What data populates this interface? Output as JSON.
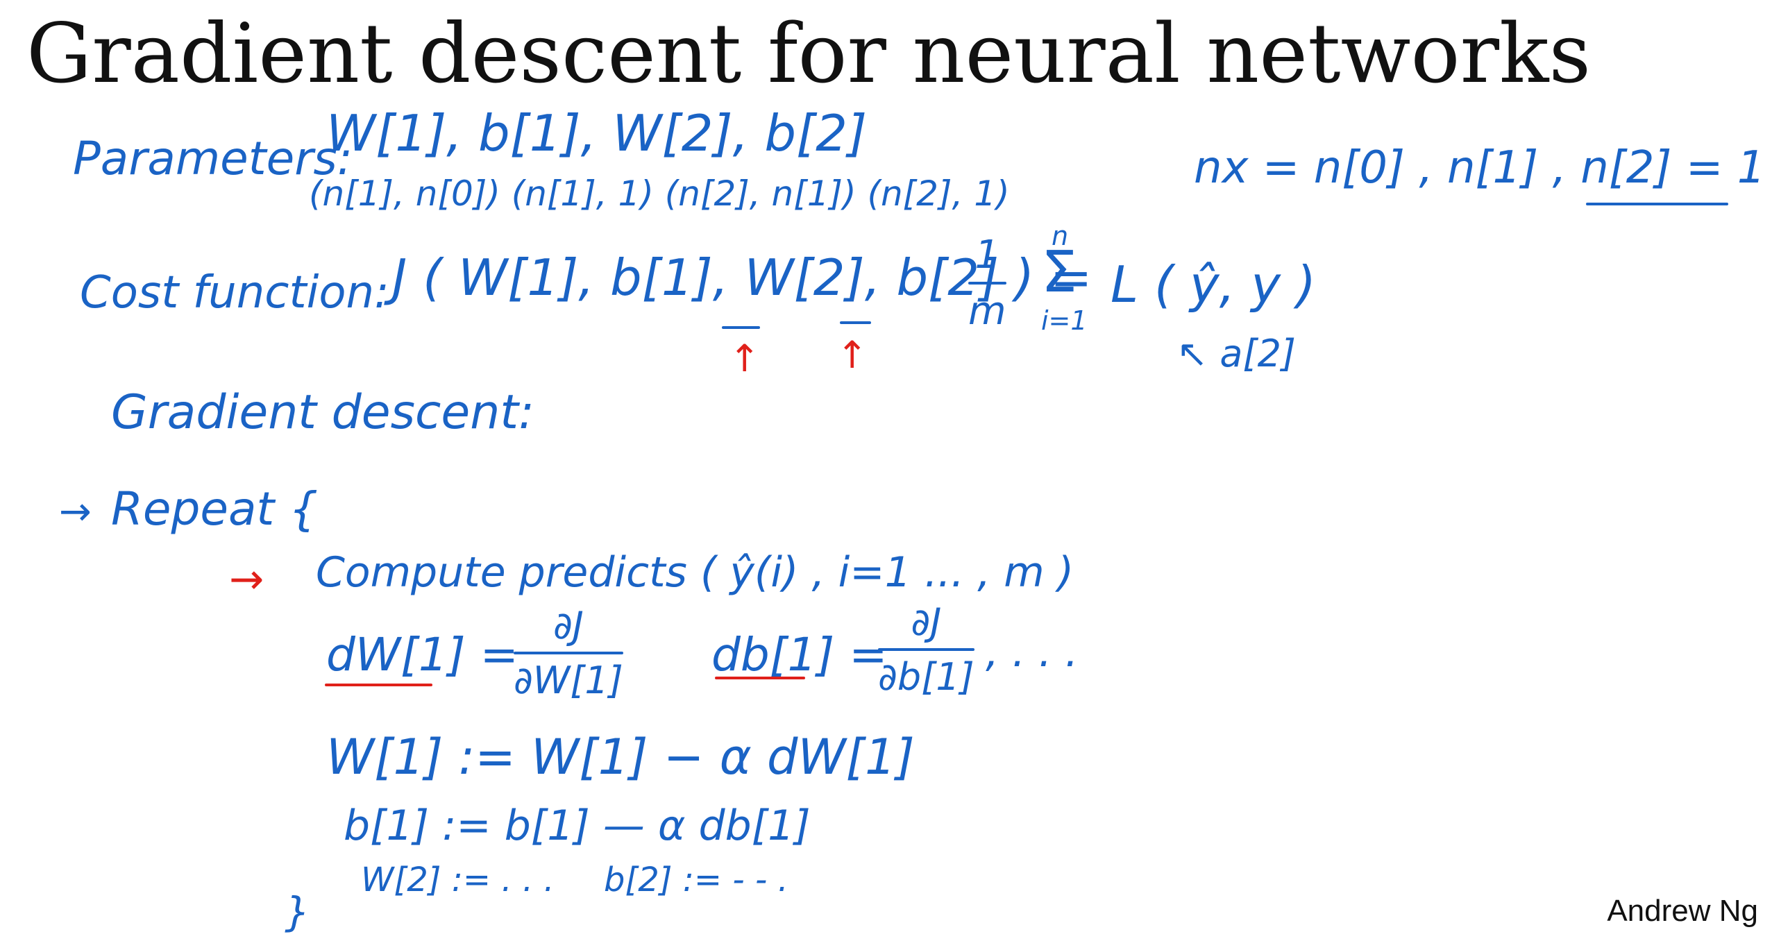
{
  "title": "Gradient descent for neural networks",
  "author": "Andrew Ng",
  "parameters": {
    "label": "Parameters:",
    "list": "W[1], b[1], W[2], b[2]",
    "shapes": "(n[1], n[0])   (n[1], 1)   (n[2], n[1])   (n[2], 1)",
    "dims": "nx = n[0]   , n[1] ,   n[2] = 1"
  },
  "cost": {
    "label": "Cost function:",
    "expr": "J ( W[1], b[1], W[2], b[2] ) =",
    "frac_num": "1",
    "frac_den": "m",
    "sum": "Σ",
    "sum_top": "n",
    "sum_bottom": "i=1",
    "loss": "L ( ŷ, y )",
    "arrow_mark": "↑",
    "yhat_note": "↖ a[2]"
  },
  "gd": {
    "label": "Gradient descent:",
    "repeat": "Repeat   {",
    "compute": "Compute predicts  ( ŷ(i) ,  i=1 ... , m )",
    "compute_arrow": "→",
    "dw_lhs": "dW[1] =",
    "dw_num": "∂J",
    "dw_den": "∂W[1]",
    "db_lhs": "db[1] =",
    "db_num": "∂J",
    "db_den": "∂b[1]",
    "ellipsis": ",   . . .",
    "update_w1": "W[1] := W[1] −  α dW[1]",
    "update_b1": "b[1] := b[1] — α db[1]",
    "update_w2": "W[2] := . . .",
    "update_b2": "b[2] := - - .",
    "close": "}"
  },
  "colors": {
    "ink": "#1a63c5",
    "red": "#e0201a",
    "text": "#111111"
  }
}
